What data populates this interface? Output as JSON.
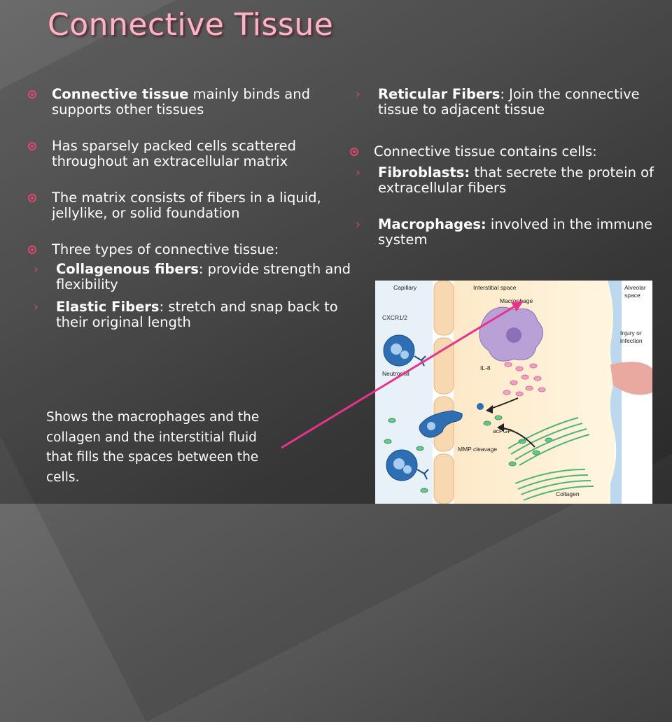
{
  "slide": {
    "title": "Connective Tissue"
  },
  "left": {
    "b1_bold": "Connective tissue",
    "b1_rest": " mainly binds and supports other tissues",
    "b2": "Has sparsely packed cells scattered throughout an extracellular matrix",
    "b3": "The matrix consists of fibers in a liquid, jellylike, or solid foundation",
    "b4": "Three types of connective tissue:",
    "s1_bold": "Collagenous fibers",
    "s1_rest": ": provide strength and flexibility",
    "s2_bold": "Elastic Fibers",
    "s2_rest": ": stretch and snap back to their original length"
  },
  "right": {
    "s3_bold": "Reticular Fibers",
    "s3_rest": ": Join the connective tissue to adjacent tissue",
    "b5": "Connective tissue contains cells:",
    "s4_bold": "Fibroblasts:",
    "s4_rest": " that secrete the protein of extracellular fibers",
    "s5_bold": "Macrophages:",
    "s5_rest": " involved in the immune system"
  },
  "caption": "Shows the macrophages and the collagen and the interstitial fluid that fills the spaces between the cells.",
  "figure": {
    "labels": {
      "capillary": "Capillary",
      "interstitial": "Interstitial space",
      "alveolar1": "Alveolar",
      "alveolar2": "space",
      "macrophage": "Macrophage",
      "cxcr": "CXCR1/2",
      "injury1": "Injury or",
      "injury2": "infection",
      "il8": "IL-8",
      "neutrophil": "Neutrophil",
      "acpgp": "acPGP",
      "mmp": "MMP cleavage",
      "collagen": "Collagen"
    }
  },
  "colors": {
    "accent": "#e0476b",
    "title": "#f2b8c6",
    "arrow": "#e8338a"
  }
}
